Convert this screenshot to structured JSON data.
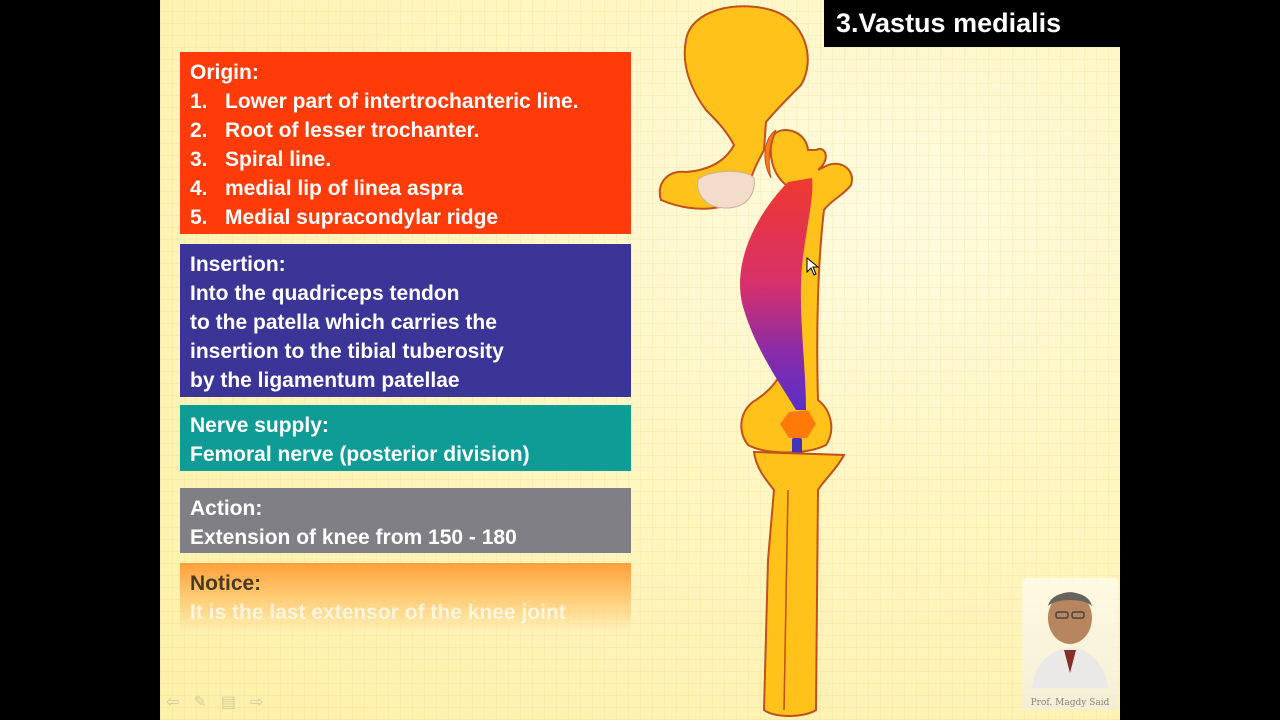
{
  "title": "3.Vastus medialis",
  "origin": {
    "heading": "Origin:",
    "items": [
      {
        "num": "1.",
        "text": "Lower part of intertrochanteric line."
      },
      {
        "num": "2.",
        "text": "Root of lesser trochanter."
      },
      {
        "num": "3.",
        "text": "Spiral line."
      },
      {
        "num": "4.",
        "text": "medial lip of linea aspra"
      },
      {
        "num": "5.",
        "text": "Medial supracondylar ridge"
      }
    ]
  },
  "insertion": {
    "heading": "Insertion:",
    "lines": [
      "Into the quadriceps tendon",
      "to the patella which carries the",
      "insertion to the tibial tuberosity",
      "by the ligamentum patellae"
    ]
  },
  "nerve": {
    "heading": "Nerve supply:",
    "text": "Femoral nerve (posterior division)"
  },
  "action": {
    "heading": "Action:",
    "text": "Extension of knee from 150 - 180"
  },
  "notice": {
    "heading": "Notice:",
    "text": "It is the last extensor of the knee joint"
  },
  "presenter": {
    "caption": "Prof. Magdy Said"
  },
  "icons": [
    "back-arrow-icon",
    "pen-icon",
    "slides-menu-icon",
    "forward-arrow-icon",
    "mouse-cursor-icon"
  ],
  "colors": {
    "origin": "#ff3b0a",
    "insertion": "#3a3596",
    "nerve": "#0f9c96",
    "action": "#7f7f85",
    "bone": "#ffc21a"
  }
}
